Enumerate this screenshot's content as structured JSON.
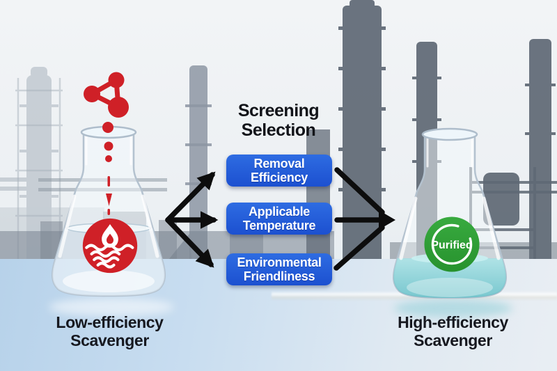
{
  "diagram": {
    "title": "Screening\nSelection",
    "criteria": [
      {
        "label": "Removal\nEfficiency"
      },
      {
        "label": "Applicable\nTemperature"
      },
      {
        "label": "Environmental\nFriendliness"
      }
    ],
    "left": {
      "caption": "Low-efficiency\nScavenger",
      "icon": "molecule-pollutant-icon",
      "hazard_icon": "flame-over-water-icon"
    },
    "right": {
      "caption": "High-efficiency\nScavenger",
      "badge_label": "Purified",
      "badge_icon": "purified-ring-icon"
    },
    "colors": {
      "criteria_button_blue": "#1d55d6",
      "hazard_red": "#cf2027",
      "purified_green": "#2f9e36",
      "arrow_black": "#0d0d0d",
      "table_blue": "#b7d2ea",
      "silhouette_gray": "#5f6975"
    },
    "background_scene": "oil-refinery-silhouette"
  }
}
